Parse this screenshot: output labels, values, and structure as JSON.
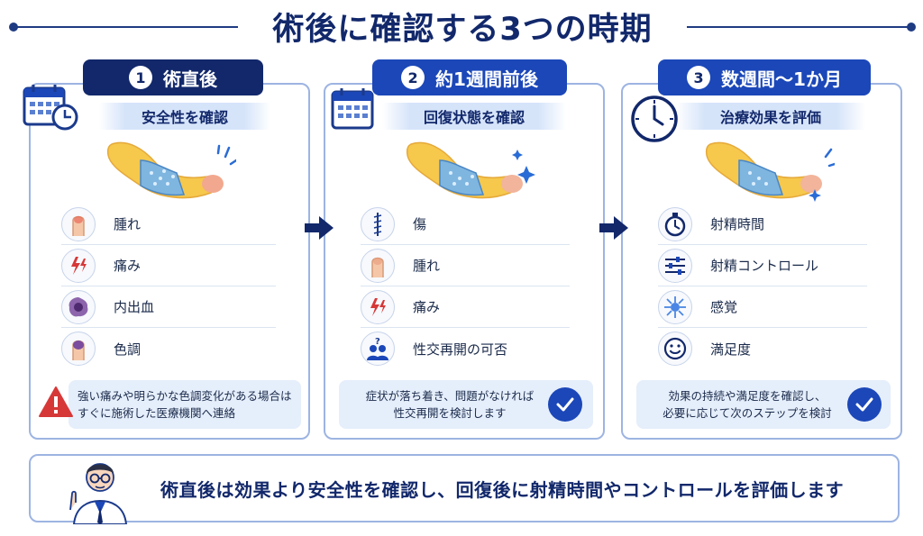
{
  "title": "術後に確認する3つの時期",
  "phases": [
    {
      "num": "1",
      "name": "術直後",
      "focus": "安全性を確認",
      "items": [
        "腫れ",
        "痛み",
        "内出血",
        "色調"
      ],
      "note_line1": "強い痛みや明らかな色調変化がある場合は",
      "note_line2": "すぐに施術した医療機関へ連絡",
      "note_icon": "warning-icon"
    },
    {
      "num": "2",
      "name": "約1週間前後",
      "focus": "回復状態を確認",
      "items": [
        "傷",
        "腫れ",
        "痛み",
        "性交再開の可否"
      ],
      "note_line1": "症状が落ち着き、問題がなければ",
      "note_line2": "性交再開を検討します",
      "note_icon": "check-icon"
    },
    {
      "num": "3",
      "name": "数週間〜1か月",
      "focus": "治療効果を評価",
      "items": [
        "射精時間",
        "射精コントロール",
        "感覚",
        "満足度"
      ],
      "note_line1": "効果の持続や満足度を確認し、",
      "note_line2": "必要に応じて次のステップを検討",
      "note_icon": "check-icon"
    }
  ],
  "footer": "術直後は効果より安全性を確認し、回復後に射精時間やコントロールを評価します",
  "colors": {
    "navy": "#12286b",
    "blue": "#1b47b8",
    "border": "#9db4e2",
    "note_bg": "#e5eefb",
    "warn_red": "#d63838"
  }
}
